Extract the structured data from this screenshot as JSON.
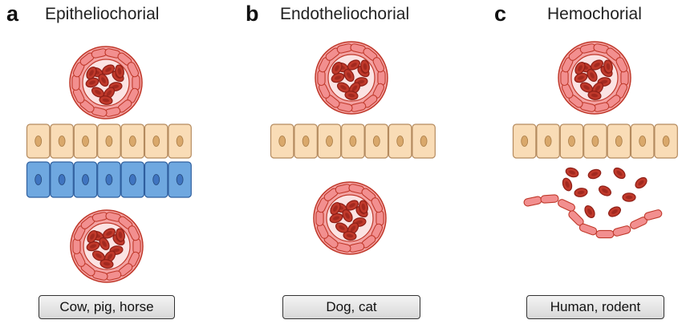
{
  "panels": [
    {
      "letter": "a",
      "title": "Epitheliochorial",
      "species": "Cow, pig, horse"
    },
    {
      "letter": "b",
      "title": "Endotheliochorial",
      "species": "Dog, cat"
    },
    {
      "letter": "c",
      "title": "Hemochorial",
      "species": "Human, rodent"
    }
  ],
  "colors": {
    "trophoblast_fill": "#f9dcb6",
    "trophoblast_stroke": "#b48a5e",
    "trophoblast_nucleus": "#d9a86b",
    "uterine_epithelium_fill": "#6fa8e0",
    "uterine_epithelium_stroke": "#2f5f9e",
    "uterine_nucleus": "#3f74c0",
    "endothelium_fill": "#f4a3a3",
    "endothelium_stroke": "#c0392b",
    "vessel_lumen": "#fbe3e3",
    "red_blood_cell": "#c0392b",
    "red_blood_cell_dark": "#8e1f17"
  }
}
